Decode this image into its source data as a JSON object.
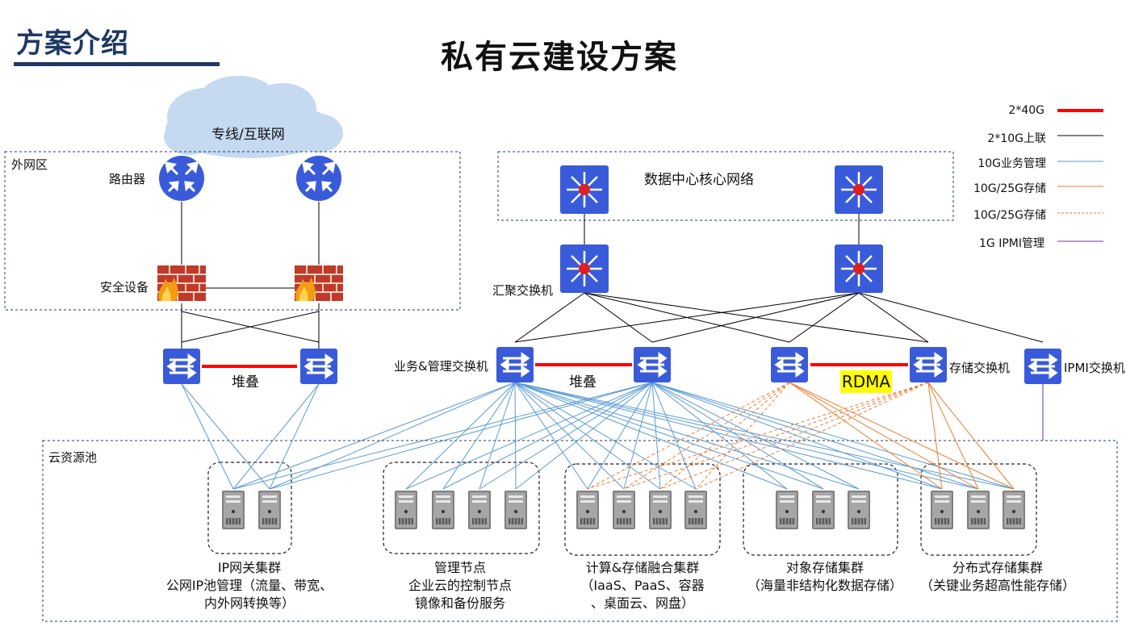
{
  "header": {
    "section_title": "方案介绍",
    "main_title": "私有云建设方案"
  },
  "zones": {
    "internet_cloud": "专线/互联网",
    "external": "外网区",
    "datacenter_core": "数据中心核心网络",
    "resource_pool": "云资源池"
  },
  "device_labels": {
    "router": "路由器",
    "security": "安全设备",
    "aggregation_switch": "汇聚交换机",
    "business_mgmt_switch": "业务&管理交换机",
    "storage_switch": "存储交换机",
    "ipmi_switch": "IPMI交换机"
  },
  "link_labels": {
    "stack_left": "堆叠",
    "stack_mid": "堆叠",
    "rdma": "RDMA"
  },
  "legend": [
    {
      "label": "2*40G",
      "color": "#ff0000",
      "style": "thick"
    },
    {
      "label": "2*10G上联",
      "color": "#000000",
      "style": "solid"
    },
    {
      "label": "10G业务管理",
      "color": "#5b9bd5",
      "style": "solid"
    },
    {
      "label": "10G/25G存储",
      "color": "#ed7d31",
      "style": "solid"
    },
    {
      "label": "10G/25G存储",
      "color": "#ed7d31",
      "style": "dashed"
    },
    {
      "label": "1G IPMI管理",
      "color": "#7030a0",
      "style": "solid"
    }
  ],
  "clusters": [
    {
      "id": "ip-gateway",
      "servers": 2,
      "label_lines": [
        "IP网关集群",
        "公网IP池管理（流量、带宽、",
        "内外网转换等）"
      ]
    },
    {
      "id": "management",
      "servers": 4,
      "label_lines": [
        "管理节点",
        "企业云的控制节点",
        "镜像和备份服务"
      ]
    },
    {
      "id": "compute-storage",
      "servers": 4,
      "label_lines": [
        "计算&存储融合集群",
        "（IaaS、PaaS、容器",
        "、桌面云、网盘）"
      ]
    },
    {
      "id": "object-storage",
      "servers": 3,
      "label_lines": [
        "对象存储集群",
        "（海量非结构化数据存储）"
      ]
    },
    {
      "id": "distributed-storage",
      "servers": 3,
      "label_lines": [
        "分布式存储集群",
        "（关键业务超高性能存储）"
      ]
    }
  ],
  "colors": {
    "title": "#1f3864",
    "device_blue": "#3a5bd9",
    "core_red": "#e02020",
    "mgmt_line": "#5b9bd5",
    "storage_line": "#ed7d31",
    "ipmi_line": "#7030a0",
    "stack_line": "#ff0000",
    "rdma_highlight": "#ffff00"
  }
}
